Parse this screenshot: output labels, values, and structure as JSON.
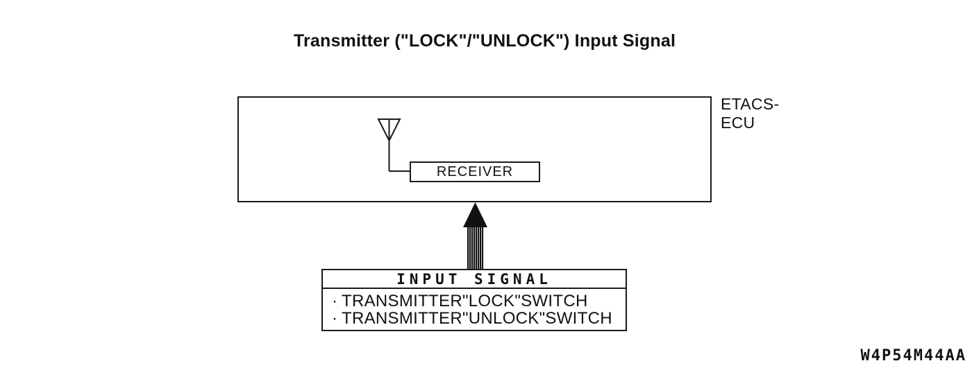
{
  "title": "Transmitter (\"LOCK\"/\"UNLOCK\") Input Signal",
  "ecu": {
    "label_lines": [
      "ETACS-",
      "ECU"
    ],
    "receiver_label": "RECEIVER"
  },
  "icons": {
    "antenna": "antenna-symbol",
    "arrow": "striped-up-arrow"
  },
  "input_signal_box": {
    "header": "INPUT SIGNAL",
    "bullet": "·",
    "items": [
      "TRANSMITTER\"LOCK\"SWITCH",
      "TRANSMITTER\"UNLOCK\"SWITCH"
    ]
  },
  "figure_code": "W4P54M44AA",
  "colors": {
    "line": "#1a1a1a",
    "background": "#ffffff",
    "text": "#111111"
  }
}
